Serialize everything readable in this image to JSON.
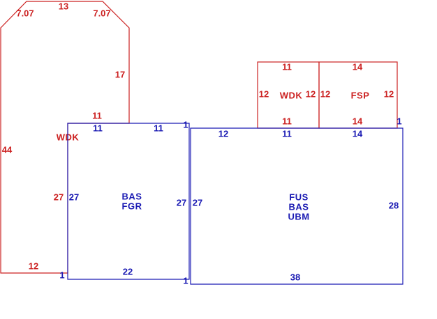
{
  "colors": {
    "outbuilding": "#cc2222",
    "main_building": "#1a1ab3"
  },
  "wdk_deck": {
    "label": "WDK",
    "dims": {
      "top": "13",
      "top_left_diag": "7.07",
      "top_right_diag": "7.07",
      "right_upper": "17",
      "right_lower": "11",
      "left": "44",
      "inner_left": "27",
      "bottom": "12"
    }
  },
  "bas_fgr": {
    "label_lines": [
      "BAS",
      "FGR"
    ],
    "dims": {
      "top_left": "11",
      "top_right": "11",
      "top_corner": "1",
      "left": "27",
      "right": "27",
      "bottom": "22",
      "bottom_left_corner": "1",
      "bottom_right_corner": "1"
    }
  },
  "fus_bas_ubm": {
    "label_lines": [
      "FUS",
      "BAS",
      "UBM"
    ],
    "dims": {
      "top_left": "12",
      "top_mid": "11",
      "top_right": "14",
      "top_right_corner": "1",
      "left": "27",
      "right": "28",
      "bottom": "38"
    }
  },
  "wdk_small": {
    "label": "WDK",
    "dims": {
      "top": "11",
      "bottom": "11",
      "left": "12",
      "right": "12"
    }
  },
  "fsp": {
    "label": "FSP",
    "dims": {
      "top": "14",
      "bottom": "14",
      "left": "12",
      "right": "12"
    }
  }
}
